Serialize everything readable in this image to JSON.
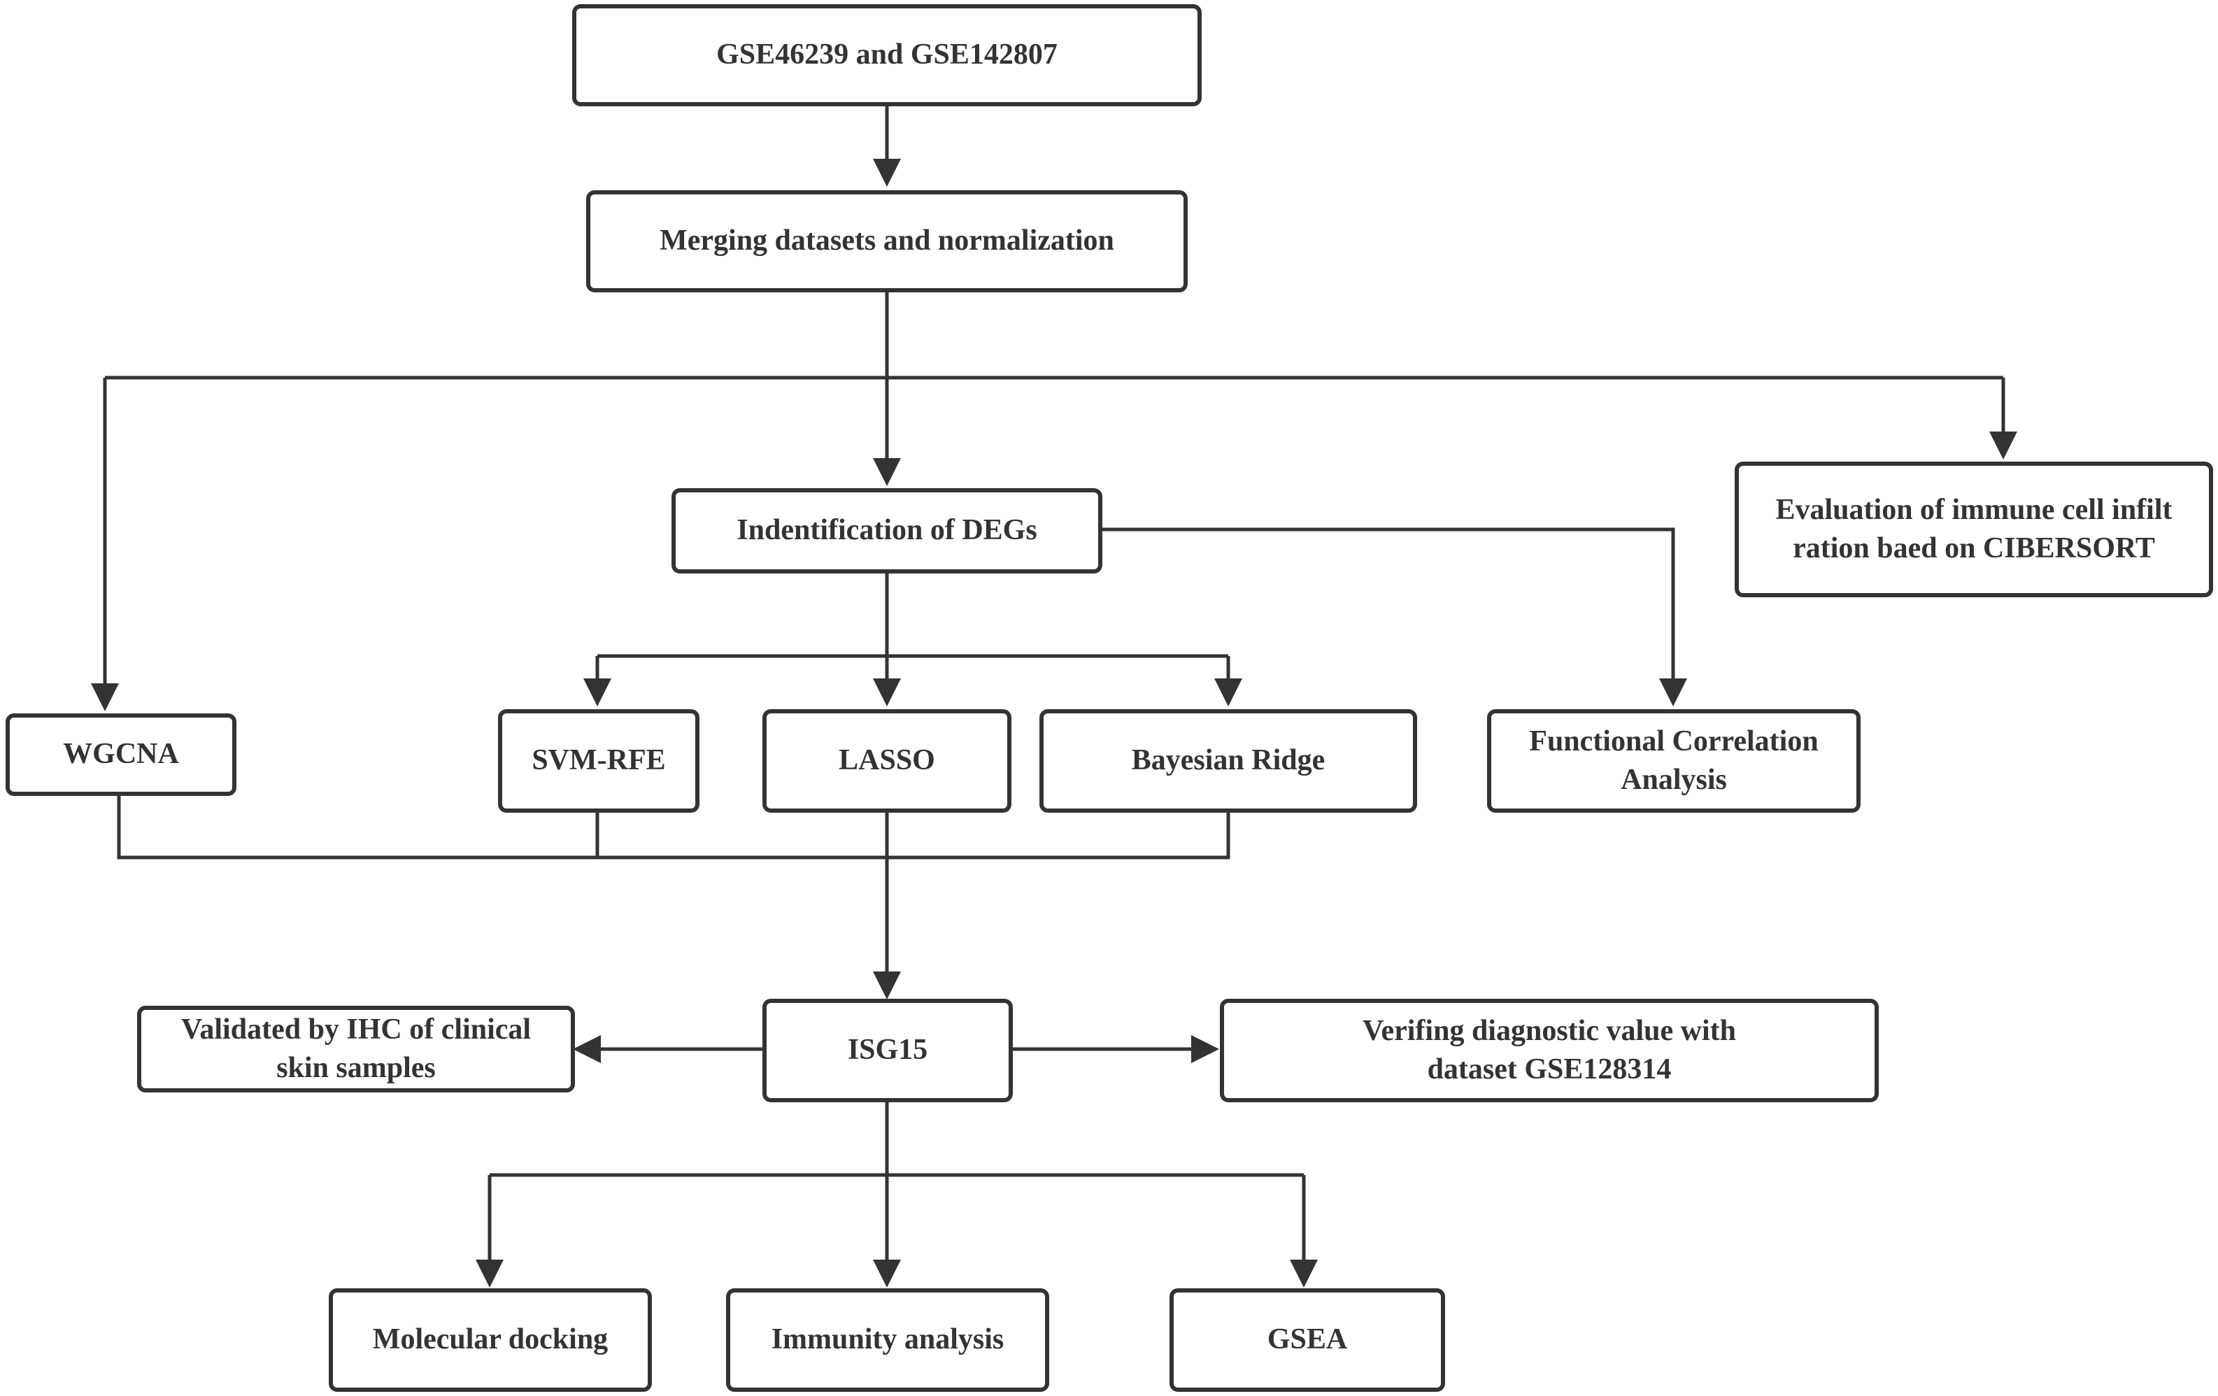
{
  "diagram": {
    "nodes": {
      "datasets": "GSE46239 and GSE142807",
      "merge": "Merging datasets and normalization",
      "degs": "Indentification of DEGs",
      "immune_eval": [
        "Evaluation of immune cell infilt",
        "ration baed on CIBERSORT"
      ],
      "wgcna": "WGCNA",
      "svm_rfe": "SVM-RFE",
      "lasso": "LASSO",
      "bayesian_ridge": "Bayesian Ridge",
      "functional_corr": [
        "Functional Correlation",
        "Analysis"
      ],
      "isg15": "ISG15",
      "ihc_validation": [
        "Validated by IHC of clinical",
        "skin samples"
      ],
      "diagnostic_verify": [
        "Verifing diagnostic value with",
        "dataset GSE128314"
      ],
      "molecular_docking": "Molecular docking",
      "immunity_analysis": "Immunity analysis",
      "gsea": "GSEA"
    },
    "colors": {
      "line": "#333333",
      "box_border": "#333333",
      "text": "#333333",
      "background": "#ffffff"
    }
  }
}
